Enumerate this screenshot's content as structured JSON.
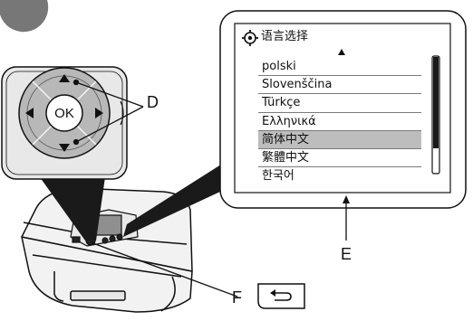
{
  "screen": {
    "title": "语言选择",
    "items": [
      "polski",
      "Slovenščina",
      "Türkçe",
      "Ελληνικά",
      "简体中文",
      "繁體中文",
      "한국어"
    ],
    "selected_index": 4
  },
  "dpad": {
    "center_label": "OK"
  },
  "callouts": {
    "d": "D",
    "e": "E",
    "f": "F"
  },
  "icons": {
    "settings": "gear-icon",
    "scroll_up": "triangle-up-icon",
    "back": "back-arrow-icon"
  },
  "colors": {
    "selection": "#bdbdbd",
    "outline": "#111111",
    "device": "#f2f2f2"
  }
}
